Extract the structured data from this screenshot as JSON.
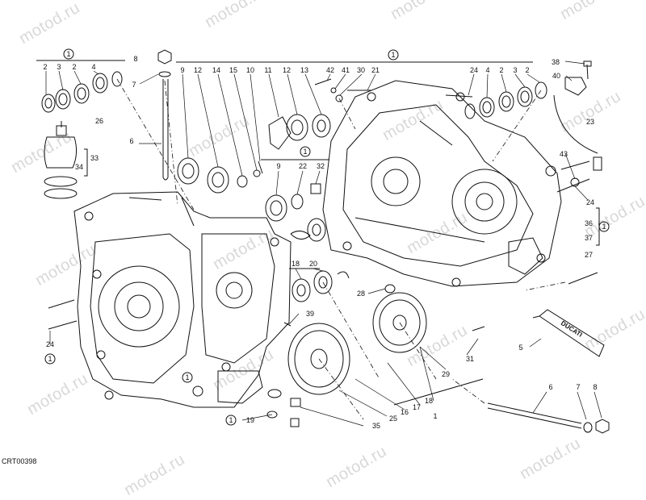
{
  "diagram": {
    "doc_code": "CRT00398",
    "watermark": "motod.ru",
    "tube_label": "DUCATI",
    "circled_ref": "1"
  },
  "callouts": [
    {
      "id": "c8a",
      "text": "8"
    },
    {
      "id": "c7a",
      "text": "7"
    },
    {
      "id": "c6a",
      "text": "6"
    },
    {
      "id": "c2a",
      "text": "2"
    },
    {
      "id": "c3a",
      "text": "3"
    },
    {
      "id": "c2b",
      "text": "2"
    },
    {
      "id": "c4a",
      "text": "4"
    },
    {
      "id": "c26",
      "text": "26"
    },
    {
      "id": "c33",
      "text": "33"
    },
    {
      "id": "c34",
      "text": "34"
    },
    {
      "id": "c9a",
      "text": "9"
    },
    {
      "id": "c12a",
      "text": "12"
    },
    {
      "id": "c14",
      "text": "14"
    },
    {
      "id": "c15",
      "text": "15"
    },
    {
      "id": "c10",
      "text": "10"
    },
    {
      "id": "c11",
      "text": "11"
    },
    {
      "id": "c12b",
      "text": "12"
    },
    {
      "id": "c13",
      "text": "13"
    },
    {
      "id": "c42",
      "text": "42"
    },
    {
      "id": "c41",
      "text": "41"
    },
    {
      "id": "c30",
      "text": "30"
    },
    {
      "id": "c21",
      "text": "21"
    },
    {
      "id": "c24a",
      "text": "24"
    },
    {
      "id": "c4b",
      "text": "4"
    },
    {
      "id": "c2c",
      "text": "2"
    },
    {
      "id": "c3b",
      "text": "3"
    },
    {
      "id": "c2d",
      "text": "2"
    },
    {
      "id": "c38",
      "text": "38"
    },
    {
      "id": "c40",
      "text": "40"
    },
    {
      "id": "c23",
      "text": "23"
    },
    {
      "id": "c43",
      "text": "43"
    },
    {
      "id": "c24b",
      "text": "24"
    },
    {
      "id": "c36",
      "text": "36"
    },
    {
      "id": "c37",
      "text": "37"
    },
    {
      "id": "c27",
      "text": "27"
    },
    {
      "id": "c9b",
      "text": "9"
    },
    {
      "id": "c22",
      "text": "22"
    },
    {
      "id": "c32",
      "text": "32"
    },
    {
      "id": "c18",
      "text": "18"
    },
    {
      "id": "c20",
      "text": "20"
    },
    {
      "id": "c28",
      "text": "28"
    },
    {
      "id": "c39",
      "text": "39"
    },
    {
      "id": "c24c",
      "text": "24"
    },
    {
      "id": "c19",
      "text": "19"
    },
    {
      "id": "c35",
      "text": "35"
    },
    {
      "id": "c25",
      "text": "25"
    },
    {
      "id": "c16",
      "text": "16"
    },
    {
      "id": "c17",
      "text": "17"
    },
    {
      "id": "c18b",
      "text": "18"
    },
    {
      "id": "c29",
      "text": "29"
    },
    {
      "id": "c31",
      "text": "31"
    },
    {
      "id": "c1",
      "text": "1"
    },
    {
      "id": "c5",
      "text": "5"
    },
    {
      "id": "c6b",
      "text": "6"
    },
    {
      "id": "c7b",
      "text": "7"
    },
    {
      "id": "c8b",
      "text": "8"
    }
  ]
}
